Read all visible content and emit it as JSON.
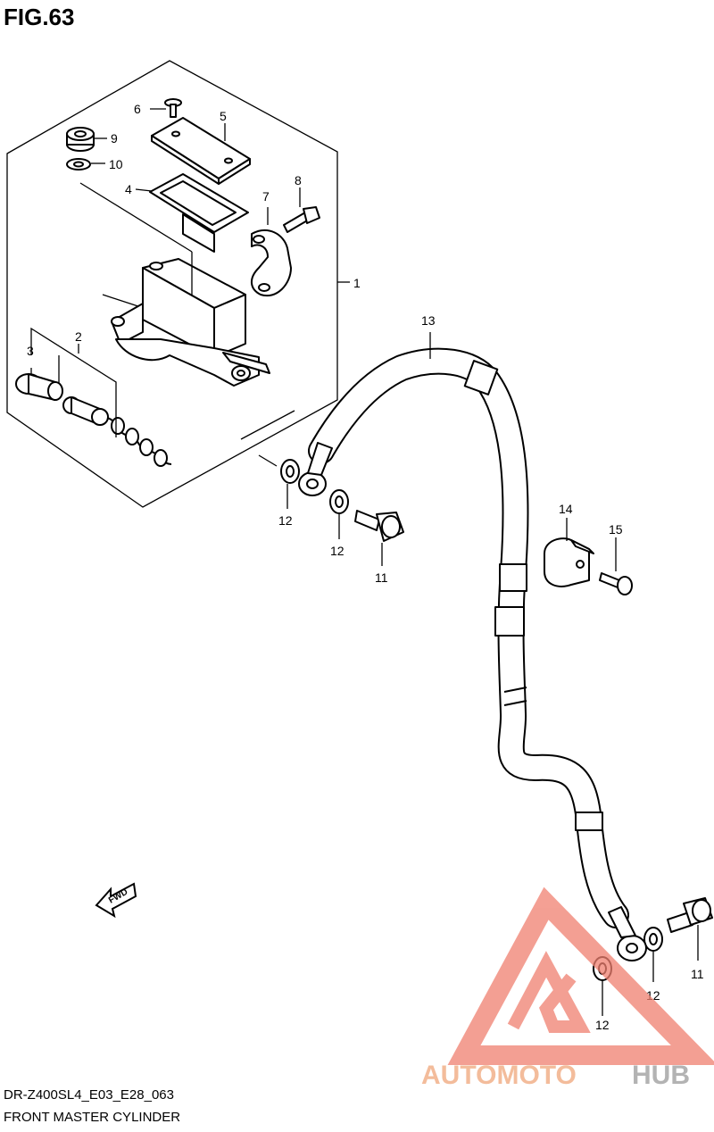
{
  "figure": {
    "title": "FIG.63",
    "model_code": "DR-Z400SL4_E03_E28_063",
    "name": "FRONT MASTER CYLINDER"
  },
  "parts": [
    {
      "ref": "1"
    },
    {
      "ref": "2"
    },
    {
      "ref": "3"
    },
    {
      "ref": "4"
    },
    {
      "ref": "5"
    },
    {
      "ref": "6"
    },
    {
      "ref": "7"
    },
    {
      "ref": "8"
    },
    {
      "ref": "9"
    },
    {
      "ref": "10"
    },
    {
      "ref": "11"
    },
    {
      "ref": "12"
    },
    {
      "ref": "13"
    },
    {
      "ref": "14"
    },
    {
      "ref": "15"
    }
  ],
  "fwd_arrow": {
    "text": "FWD"
  },
  "watermark": {
    "text_part1": "AUTOMOTO",
    "text_part2": "HUB",
    "color_part1": "#f0a67a",
    "color_part2": "#9a9a9a",
    "logo_color": "#f08070"
  }
}
